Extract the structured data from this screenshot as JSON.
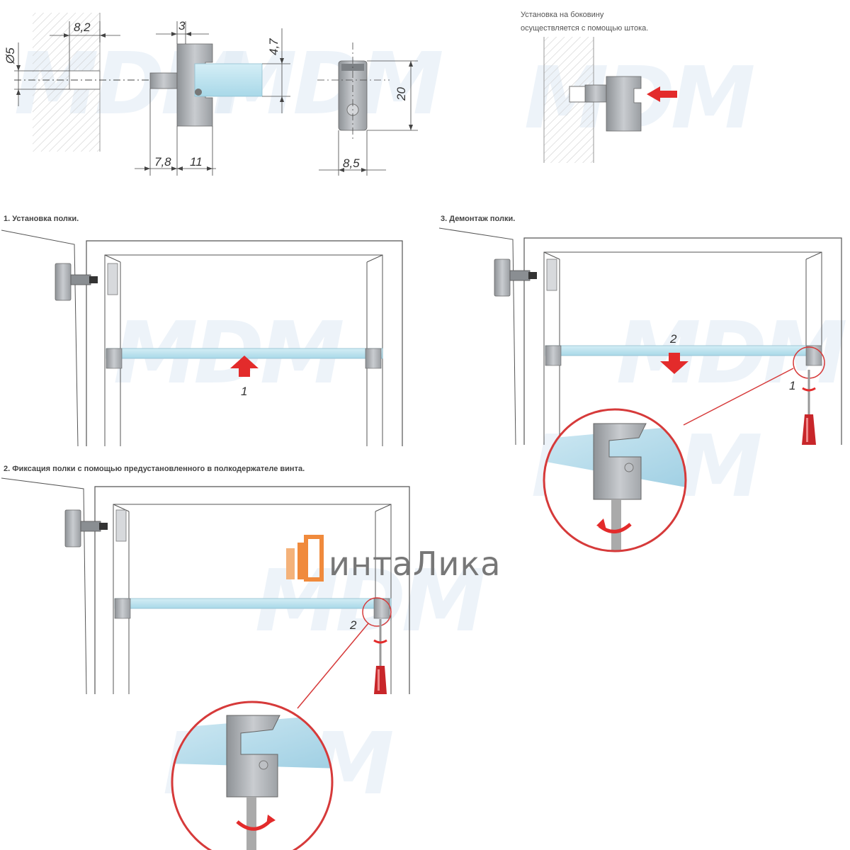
{
  "dimensions": {
    "diameter": "Ø5",
    "d_8_2": "8,2",
    "d_3": "3",
    "d_4_7": "4,7",
    "d_20": "20",
    "d_7_8": "7,8",
    "d_11": "11",
    "d_8_5": "8,5"
  },
  "install_note": {
    "line1": "Установка на боковину",
    "line2": "осуществляется с помощью штока."
  },
  "steps": {
    "step1_title": "1. Установка полки.",
    "step2_title": "2. Фиксация полки с помощью предустановленного в полкодержателе винта.",
    "step3_title": "3. Демонтаж полки."
  },
  "labels": {
    "s1_num1": "1",
    "s2_num2": "2",
    "s3_num1": "1",
    "s3_num2": "2"
  },
  "brand": {
    "name": "интаЛика",
    "watermark": "MDM"
  },
  "colors": {
    "glass": "#bfe3ee",
    "metal": "#a9acb0",
    "arrow_red": "#e32b2b",
    "circle_red": "#d63a3a",
    "brand_orange": "#f08a3c",
    "hatch": "#c8c8c8"
  },
  "icons": [
    "hinge-icon",
    "screwdriver-icon",
    "rotation-arrow-icon",
    "push-arrow-icon"
  ]
}
